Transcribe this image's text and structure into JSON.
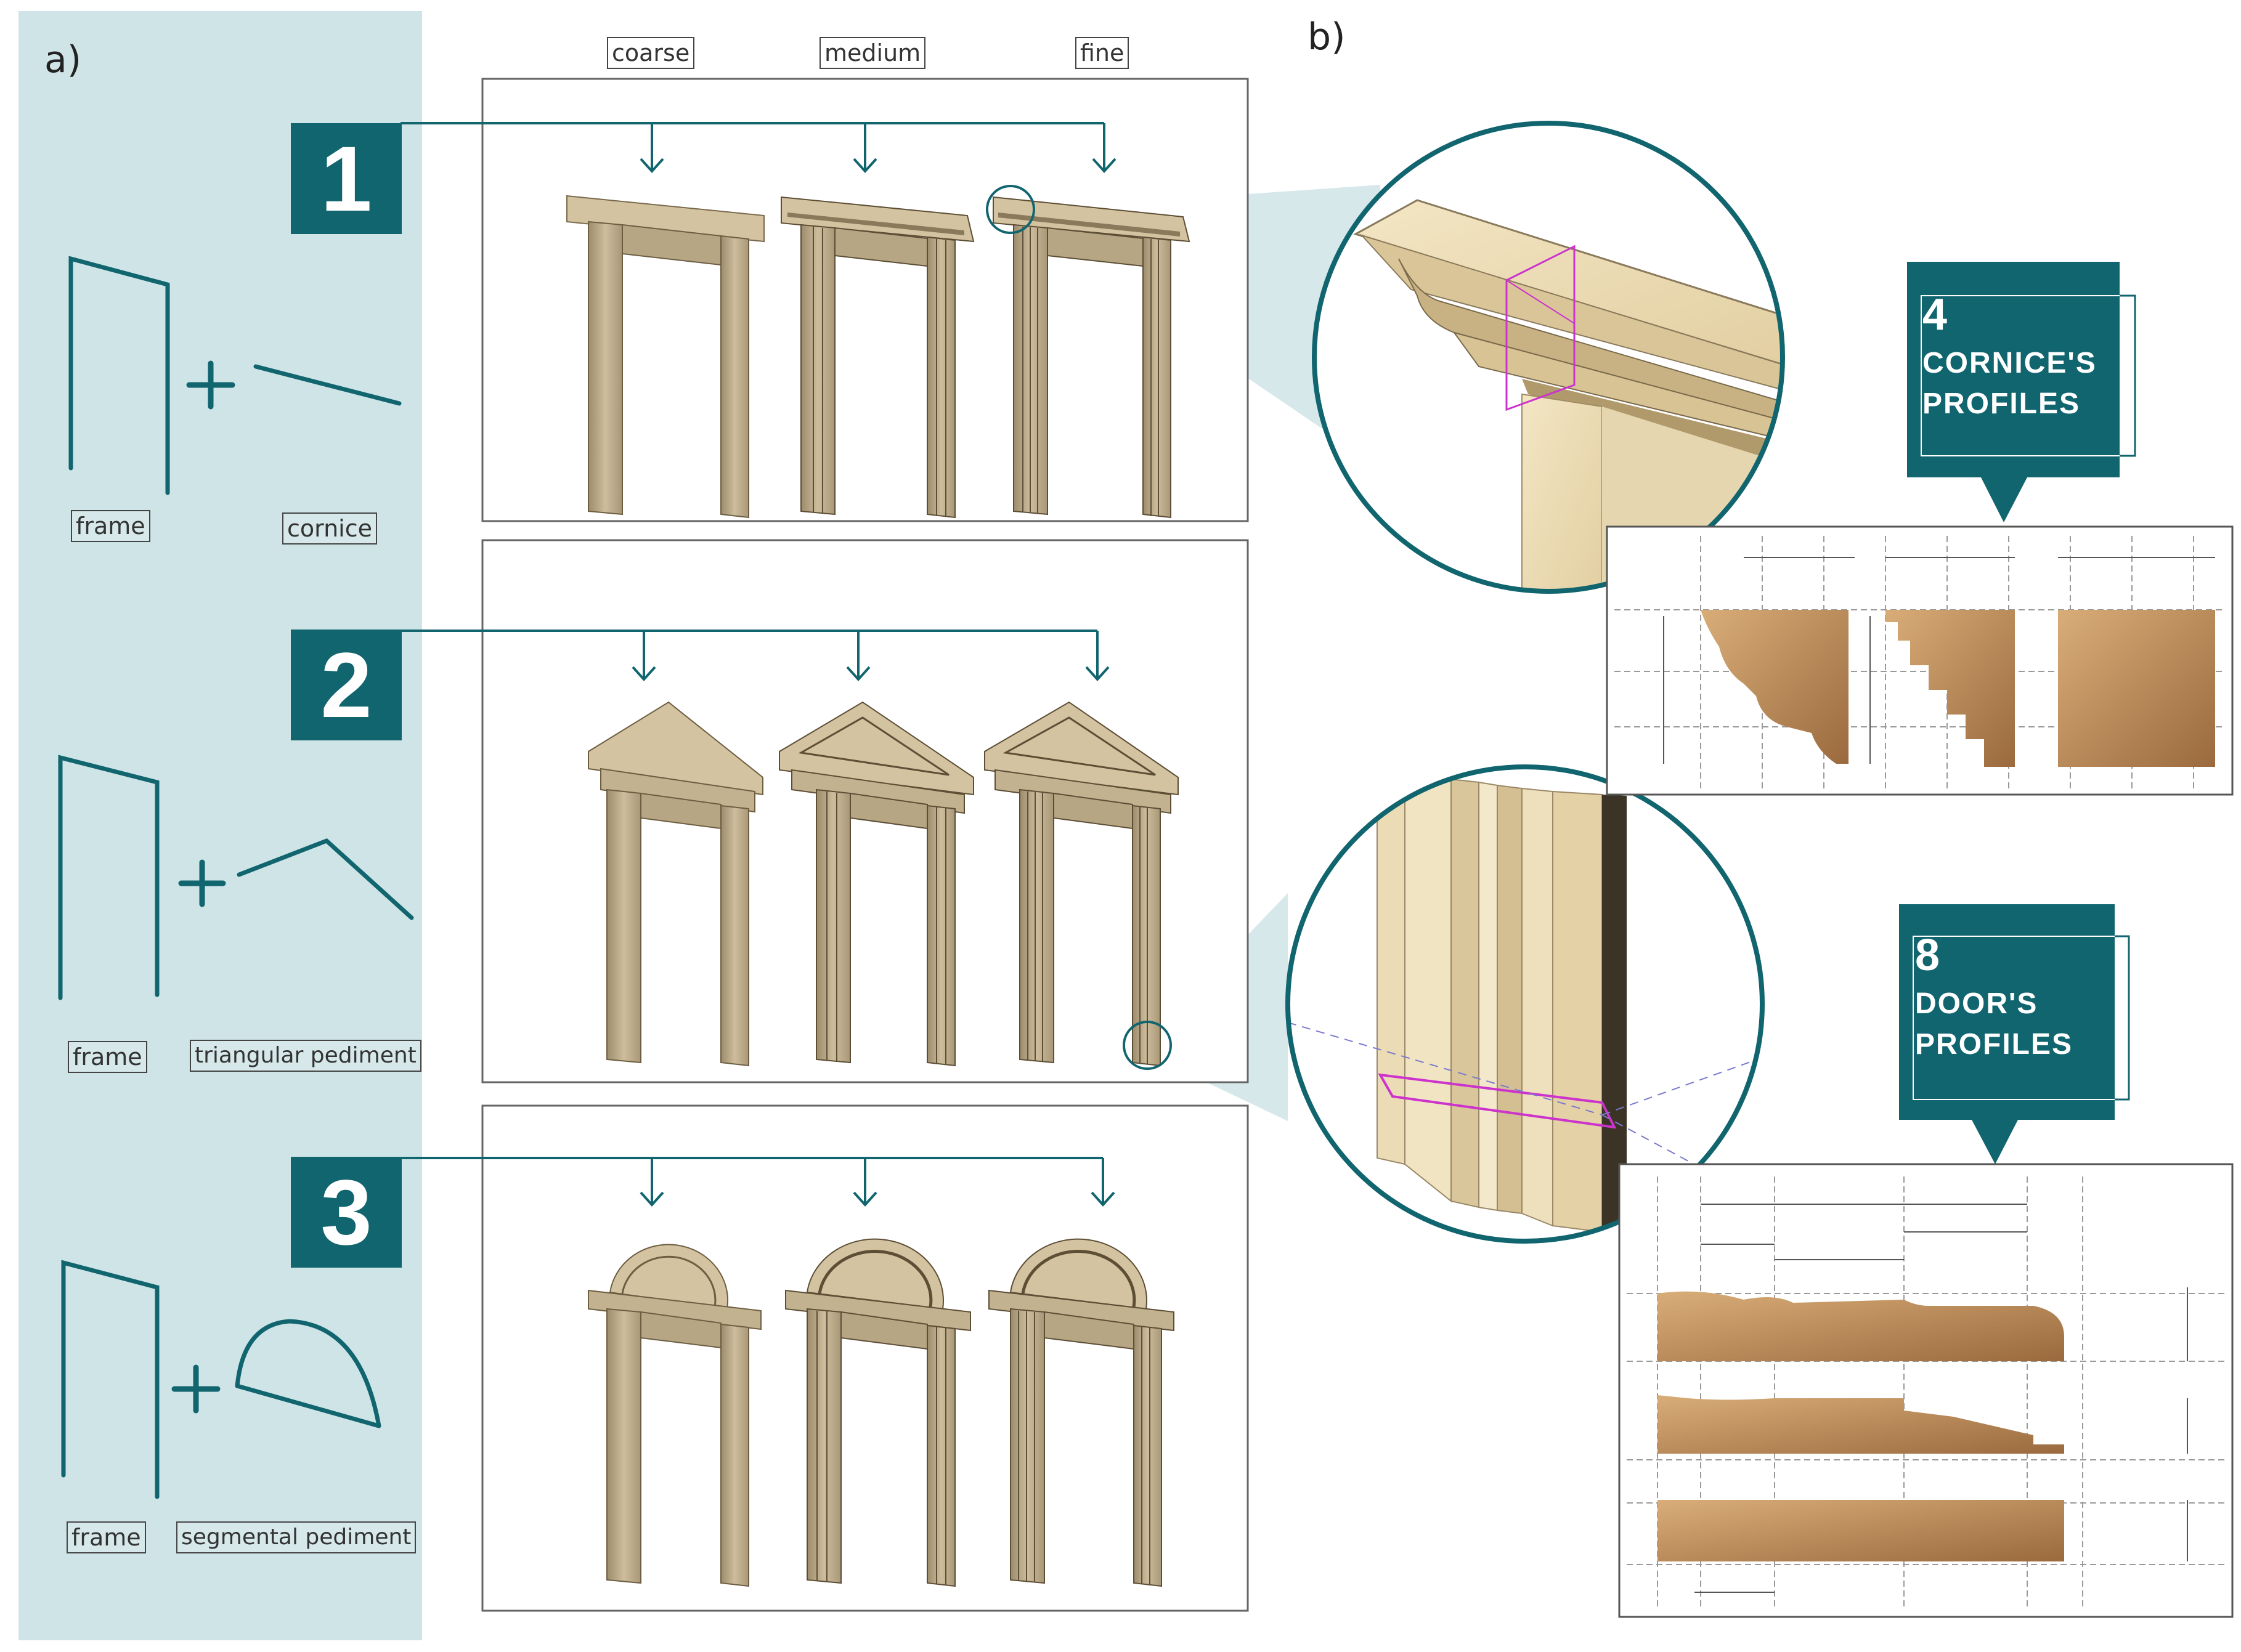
{
  "panel_a": {
    "label": "a)",
    "rows": [
      {
        "number": "1",
        "frame_label": "frame",
        "shape_label": "cornice"
      },
      {
        "number": "2",
        "frame_label": "frame",
        "shape_label": "triangular pediment"
      },
      {
        "number": "3",
        "frame_label": "frame",
        "shape_label": "segmental pediment"
      }
    ],
    "plus": "+"
  },
  "lod_headers": [
    "coarse",
    "medium",
    "fine"
  ],
  "panel_b": {
    "label": "b)",
    "callouts": [
      {
        "number": "4",
        "line1": "CORNICE'S",
        "line2": "PROFILES"
      },
      {
        "number": "8",
        "line1": "DOOR'S",
        "line2": "PROFILES"
      }
    ]
  },
  "colors": {
    "teal": "#11656f",
    "panel_bg": "#cfe4e6",
    "stone": "#bfae8e",
    "stone_dark": "#8a7a5c",
    "profile": "#b58a5a",
    "magenta": "#cc33cc"
  },
  "icons": [
    "frame-icon",
    "cornice-line-icon",
    "triangular-pediment-icon",
    "segmental-pediment-icon",
    "arrow-down-icon",
    "zoom-circle-icon"
  ]
}
